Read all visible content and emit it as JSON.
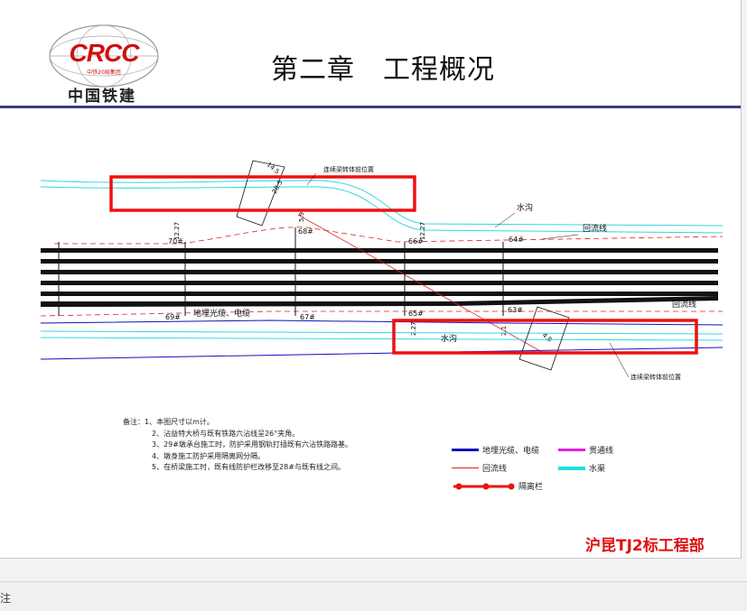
{
  "header": {
    "logo_text": "CRCC",
    "logo_subtext": "中铁20局集团",
    "logo_name": "中国铁建",
    "title": "第二章　工程概况"
  },
  "drawing": {
    "labels": {
      "top_callout": "连续梁转体前位置",
      "bottom_callout": "连续梁转体前位置",
      "ditch_top": "水沟",
      "ditch_bottom": "水沟",
      "return_line_top": "回流线",
      "return_line_right": "回流线",
      "cable_label": "地埋光缆、电缆",
      "dim_top": "14.5",
      "dim_top2": "28.5",
      "dim_a": "12.27",
      "dim_b": "5.9",
      "dim_c": "12.27",
      "dim_d": "2.27",
      "dim_e": "2.1",
      "dim_bottom": "4.8"
    },
    "piers": [
      "70#",
      "68#",
      "66#",
      "64#",
      "69#",
      "67#",
      "65#",
      "63#"
    ]
  },
  "notes": {
    "head": "备注：1、本图尺寸以m计。",
    "lines": [
      "2、沾益特大桥与既有铁路六沾线呈26°夹角。",
      "3、29#墩承台施工时，防护采用钢轨打插既有六沾铁路路基。",
      "4、墩身施工防护采用隔离网分隔。",
      "5、在桥梁施工时，既有线防护栏改移至28#与既有线之间。"
    ]
  },
  "legend": [
    {
      "label": "地埋光缆、电缆",
      "color": "#1010c0"
    },
    {
      "label": "贯通线",
      "color": "#e020e0"
    },
    {
      "label": "回流线",
      "color": "#e02020"
    },
    {
      "label": "水渠",
      "color": "#20e0e0"
    },
    {
      "label": "隔离栏",
      "color": "#ee1010"
    }
  ],
  "footer": {
    "company": "沪昆TJ2标工程部"
  },
  "statusbar": {
    "text": "注"
  }
}
